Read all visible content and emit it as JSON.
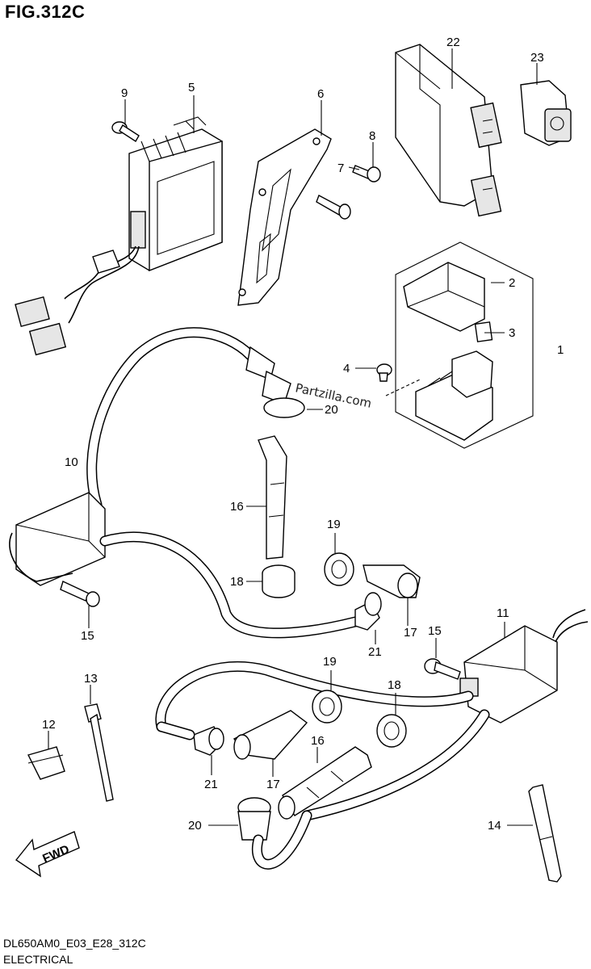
{
  "title": "FIG.312C",
  "footer": {
    "code": "DL650AM0_E03_E28_312C",
    "name": "ELECTRICAL"
  },
  "watermark": "Partzilla.com",
  "fwd_label": "FWD",
  "callouts": {
    "c1": "1",
    "c2": "2",
    "c3": "3",
    "c4": "4",
    "c5": "5",
    "c6": "6",
    "c7": "7",
    "c8": "8",
    "c9": "9",
    "c10": "10",
    "c11": "11",
    "c12": "12",
    "c13": "13",
    "c14": "14",
    "c15a": "15",
    "c15b": "15",
    "c16a": "16",
    "c16b": "16",
    "c17a": "17",
    "c17b": "17",
    "c18a": "18",
    "c18b": "18",
    "c19a": "19",
    "c19b": "19",
    "c20a": "20",
    "c20b": "20",
    "c21a": "21",
    "c21b": "21",
    "c22": "22",
    "c23": "23"
  }
}
